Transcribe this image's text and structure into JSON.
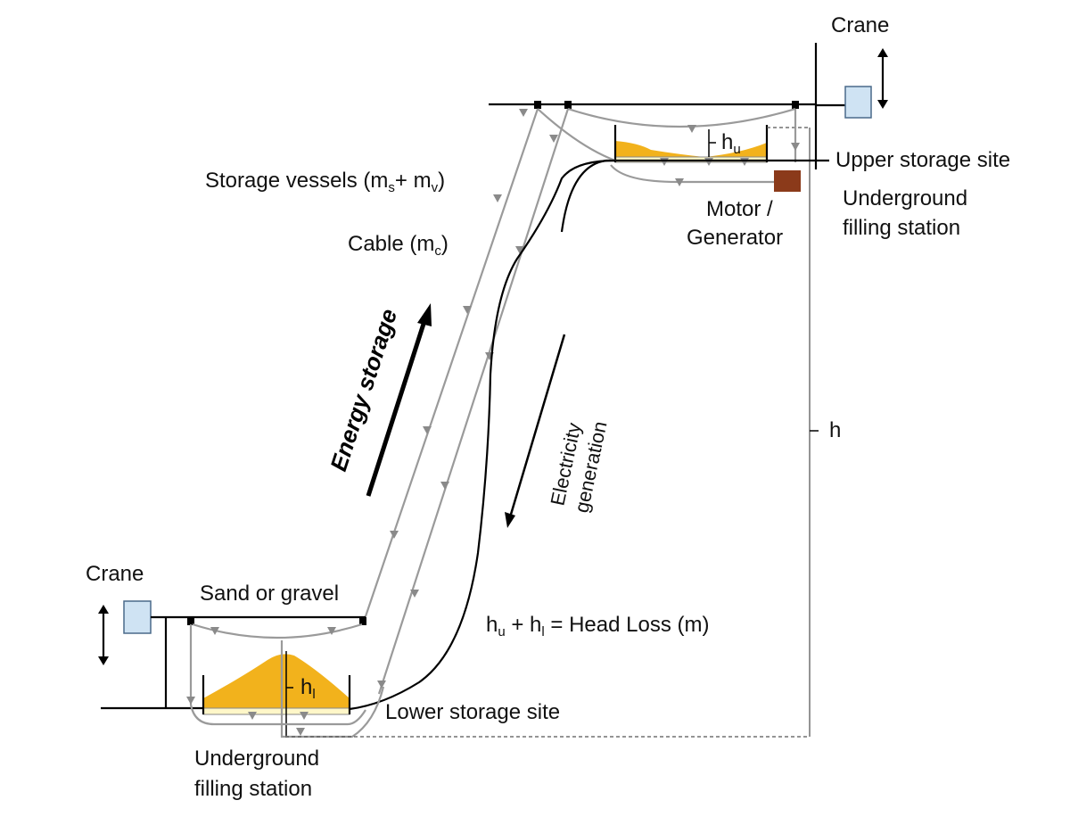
{
  "labels": {
    "crane_top": "Crane",
    "crane_bottom": "Crane",
    "upper_storage_site": "Upper storage site",
    "underground_filling_top_1": "Underground",
    "underground_filling_top_2": "filling  station",
    "motor_1": "Motor /",
    "motor_2": "Generator",
    "storage_vessels": "Storage vessels (m",
    "storage_vessels_sub_s": "s",
    "storage_vessels_mid": "+ m",
    "storage_vessels_sub_v": "v",
    "storage_vessels_end": ")",
    "cable": "Cable (m",
    "cable_sub": "c",
    "cable_end": ")",
    "energy_storage": "Energy storage",
    "electricity_1": "Electricity",
    "electricity_2": "generation",
    "h": "h",
    "hu": "h",
    "hu_sub": "u",
    "hl": "h",
    "hl_sub": "l",
    "sand_gravel": "Sand or gravel",
    "head_loss_1": "h",
    "head_loss_sub_u": "u",
    "head_loss_2": " + h",
    "head_loss_sub_l": "l",
    "head_loss_3": " = Head Loss (m)",
    "lower_storage_site": "Lower storage site",
    "underground_filling_bottom_1": "Underground",
    "underground_filling_bottom_2": "filling  station"
  },
  "colors": {
    "sand": "#f2b21c",
    "crane_box": "#cfe3f3",
    "motor": "#8b3a1a",
    "cable": "#9a9a9a",
    "base_plate": "#fff7c8"
  }
}
